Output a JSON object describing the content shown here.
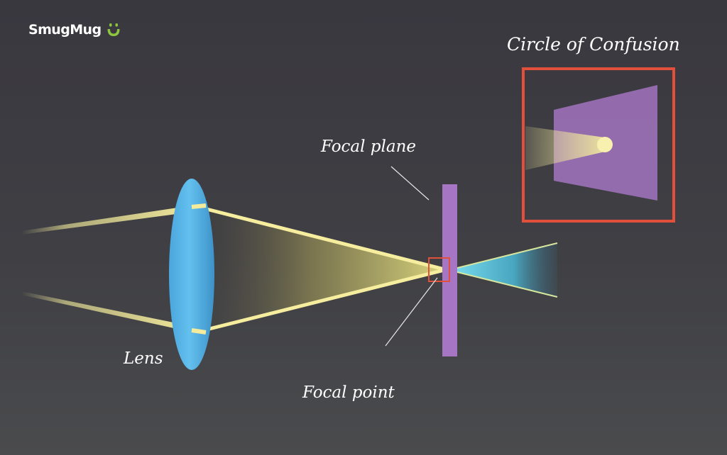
{
  "brand": {
    "name": "SmugMug",
    "logo_icon": "smiley-icon",
    "logo_color": "#8cc63f"
  },
  "labels": {
    "circle_of_confusion": "Circle of Confusion",
    "focal_plane": "Focal plane",
    "lens": "Lens",
    "focal_point": "Focal point"
  },
  "colors": {
    "background": "#3c3b40",
    "lens": "#5ab4e6",
    "light_rays": "#f4ec9c",
    "focal_plane": "#a676c4",
    "highlight_box": "#e2503c",
    "diverging_rays": "#5ad2ea"
  }
}
